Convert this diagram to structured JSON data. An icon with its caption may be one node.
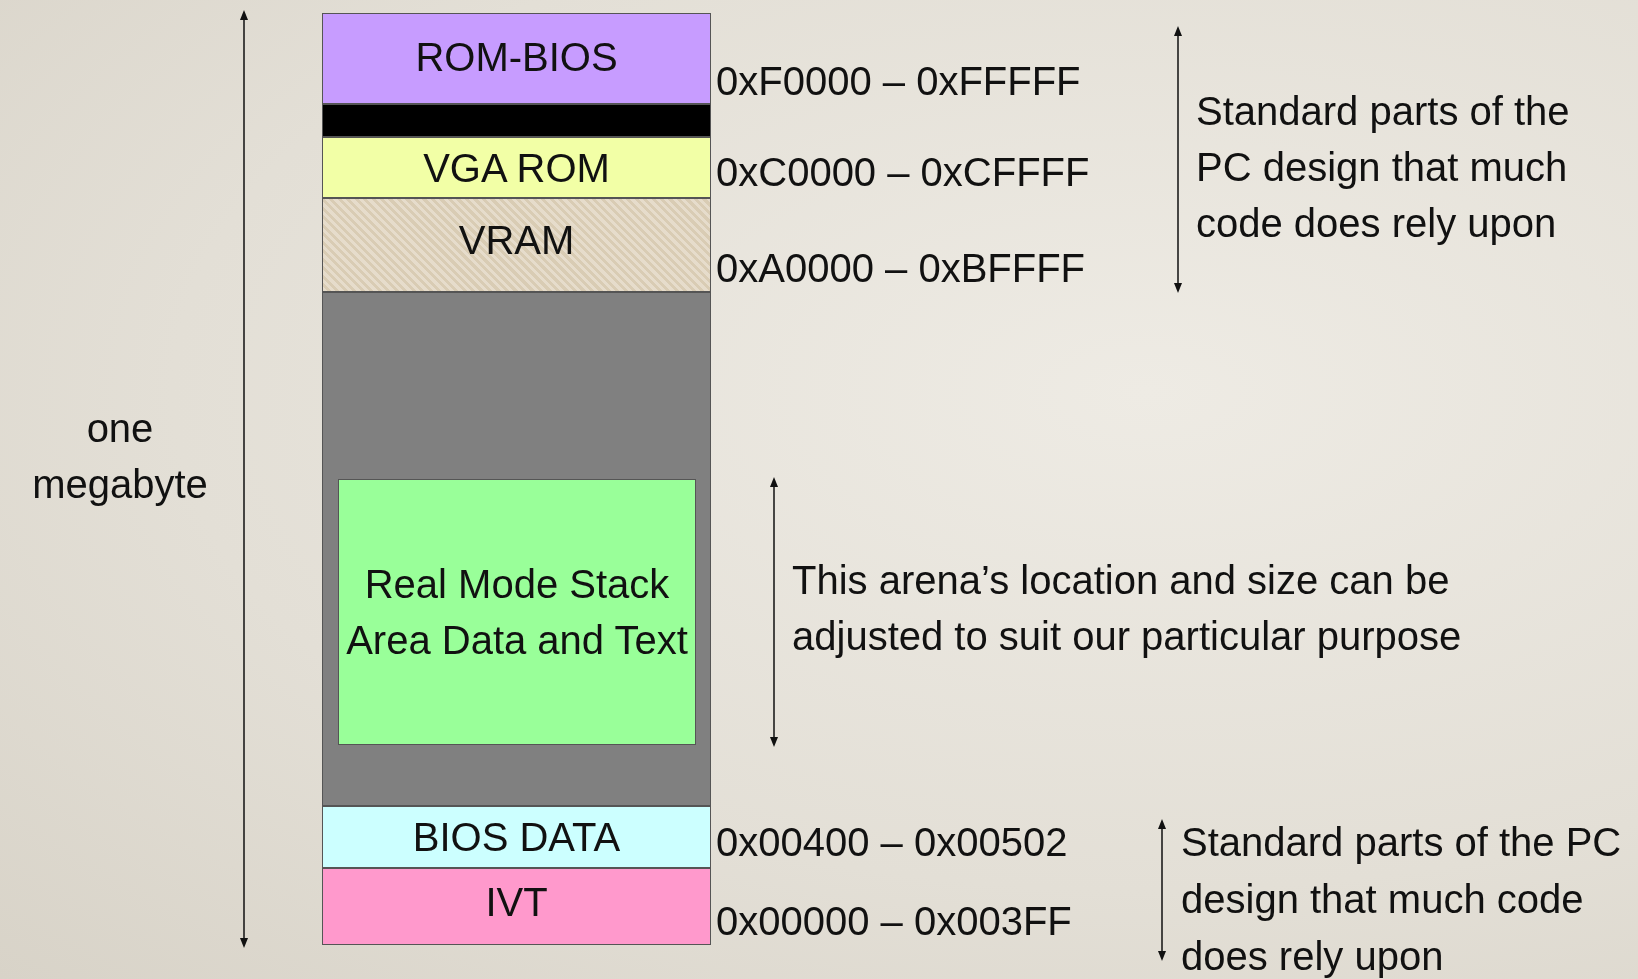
{
  "diagram": {
    "nodes": [
      {
        "text": [
          "ROM-BIOS"
        ]
      },
      {
        "text": [],
        "shape": "bar"
      },
      {
        "text": [
          "VGA ROM"
        ]
      },
      {
        "text": [
          "VRAM"
        ]
      },
      {
        "text": [],
        "shape": "box"
      },
      {
        "text": [
          "Real Mode Stack Area Data and Text"
        ],
        "in": 4
      },
      {
        "text": [
          "BIOS DATA"
        ]
      },
      {
        "text": [
          "IVT"
        ]
      }
    ],
    "labels": [
      "one megabyte",
      "0xF0000 – 0xFFFFF",
      "Standard parts of the PC design that much code does rely upon",
      "0xC0000 – 0xCFFFF",
      "0xA0000 – 0xBFFFF",
      "This arena’s location and size can be adjusted to suit our particular purpose",
      "0x00400 – 0x00502",
      "Standard parts of the PC design that much code does rely upon",
      "0x00000 – 0x003FF"
    ]
  }
}
